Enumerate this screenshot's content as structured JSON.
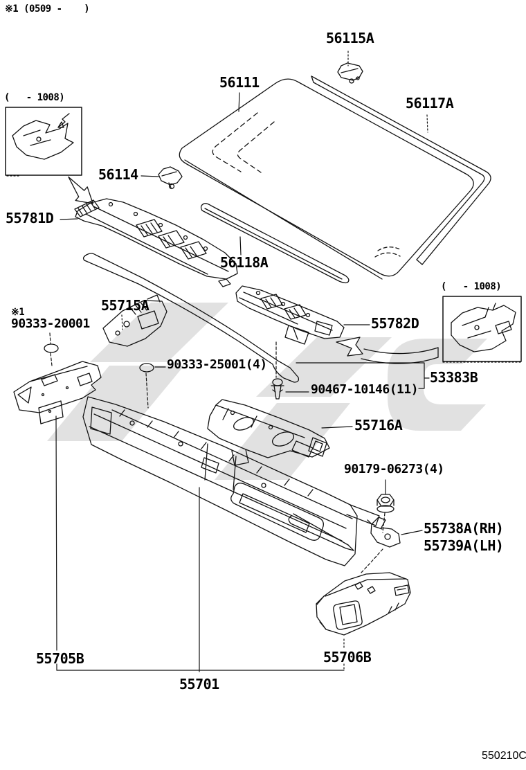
{
  "colors": {
    "ink": "#111111",
    "watermark": "#c9c9c9",
    "background": "#ffffff"
  },
  "header": {
    "note": "※1 (0509 -    )"
  },
  "footer": {
    "sheet_code": "550210C"
  },
  "insets": {
    "left": {
      "caption": "(   - 1008)"
    },
    "right": {
      "caption": "(   - 1008)"
    }
  },
  "callouts": {
    "c56115a": {
      "label": "56115A"
    },
    "c56111": {
      "label": "56111"
    },
    "c56117a": {
      "label": "56117A"
    },
    "c56114": {
      "label": "56114"
    },
    "c55781d": {
      "label": "55781D"
    },
    "c56118a": {
      "label": "56118A"
    },
    "c55715a": {
      "label": "55715A"
    },
    "note1": {
      "label": "※1"
    },
    "c90333_20001": {
      "label": "90333-20001"
    },
    "c55782d": {
      "label": "55782D"
    },
    "c53383b": {
      "label": "53383B"
    },
    "c90333_25001": {
      "label": "90333-25001(4)"
    },
    "c90467_10146": {
      "label": "90467-10146(11)"
    },
    "c55716a": {
      "label": "55716A"
    },
    "c90179_06273": {
      "label": "90179-06273(4)"
    },
    "c55738a": {
      "label": "55738A(RH)"
    },
    "c55739a": {
      "label": "55739A(LH)"
    },
    "c55705b": {
      "label": "55705B"
    },
    "c55706b": {
      "label": "55706B"
    },
    "c55701": {
      "label": "55701"
    }
  }
}
